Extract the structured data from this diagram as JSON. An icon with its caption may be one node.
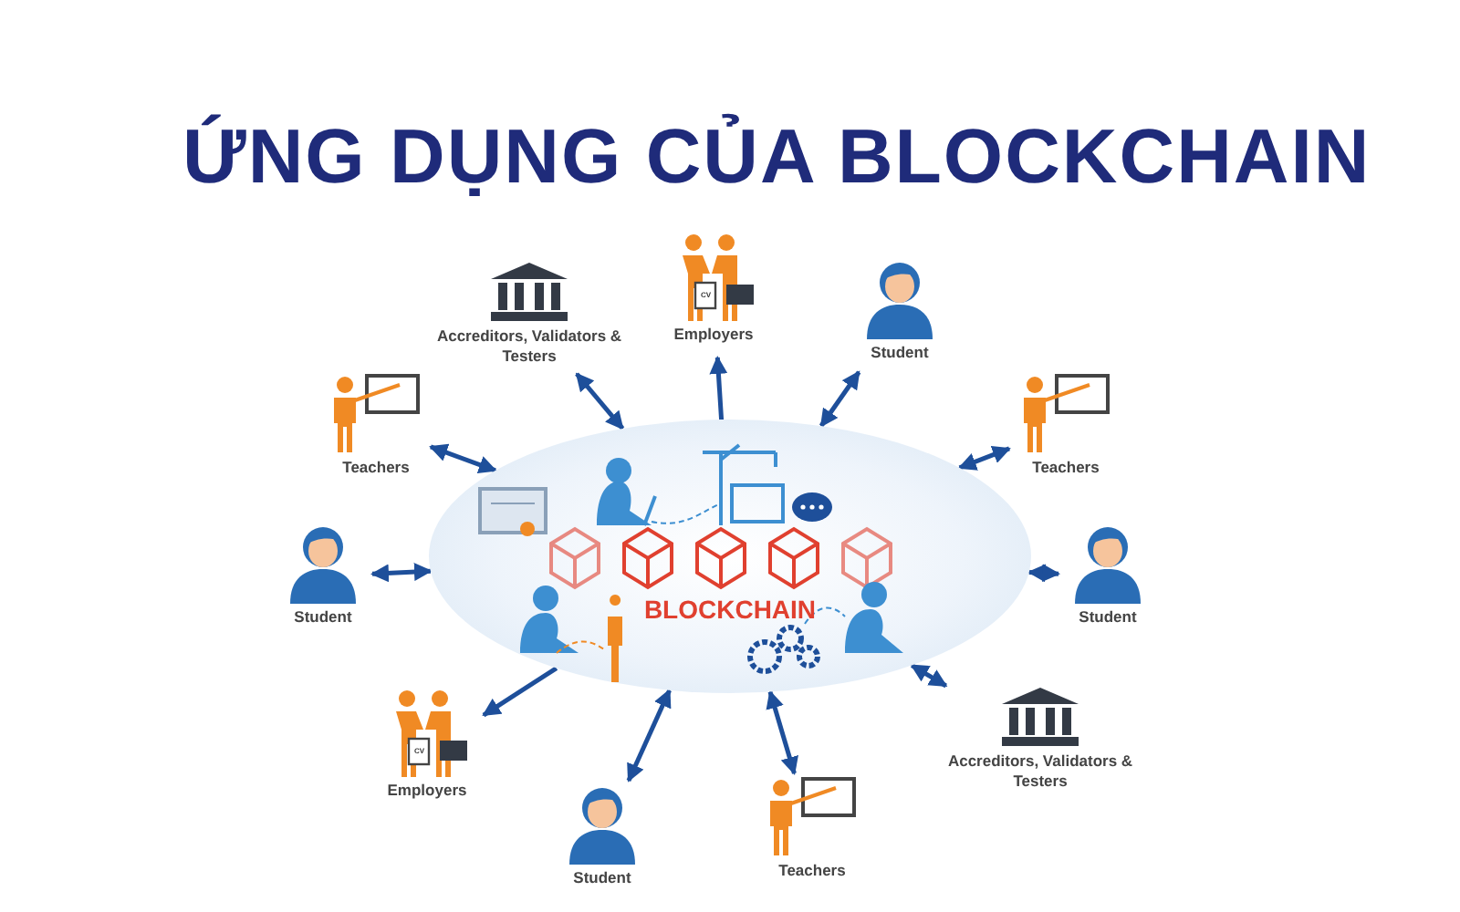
{
  "diagram": {
    "title": "ỨNG DỤNG CỦA BLOCKCHAIN",
    "nodes": [
      {
        "text": [
          "Accreditors, Validators & Testers"
        ]
      },
      {
        "text": [
          "Employers"
        ]
      },
      {
        "text": [
          "Student"
        ]
      },
      {
        "text": [
          "Teachers"
        ]
      },
      {
        "text": [
          "Teachers"
        ]
      },
      {
        "text": [
          "BLOCKCHAIN"
        ]
      },
      {
        "text": [
          "Student"
        ]
      },
      {
        "text": [
          "Student"
        ]
      },
      {
        "text": [
          "Employers"
        ]
      },
      {
        "text": [
          "Accreditors, Validators & Testers"
        ]
      },
      {
        "text": [
          "Student"
        ]
      },
      {
        "text": [
          "Teachers"
        ]
      }
    ],
    "edges": [
      {
        "from": 5,
        "to": 0,
        "arrow": "both"
      },
      {
        "from": 5,
        "to": 1,
        "arrow": "to"
      },
      {
        "from": 5,
        "to": 2,
        "arrow": "both"
      },
      {
        "from": 5,
        "to": 3,
        "arrow": "both"
      },
      {
        "from": 5,
        "to": 4,
        "arrow": "both"
      },
      {
        "from": 5,
        "to": 6,
        "arrow": "both"
      },
      {
        "from": 5,
        "to": 7,
        "arrow": "both"
      },
      {
        "from": 5,
        "to": 8,
        "arrow": "to"
      },
      {
        "from": 5,
        "to": 9,
        "arrow": "both"
      },
      {
        "from": 5,
        "to": 10,
        "arrow": "both"
      },
      {
        "from": 5,
        "to": 11,
        "arrow": "both"
      }
    ],
    "labels": [
      "CV",
      "CV"
    ]
  }
}
